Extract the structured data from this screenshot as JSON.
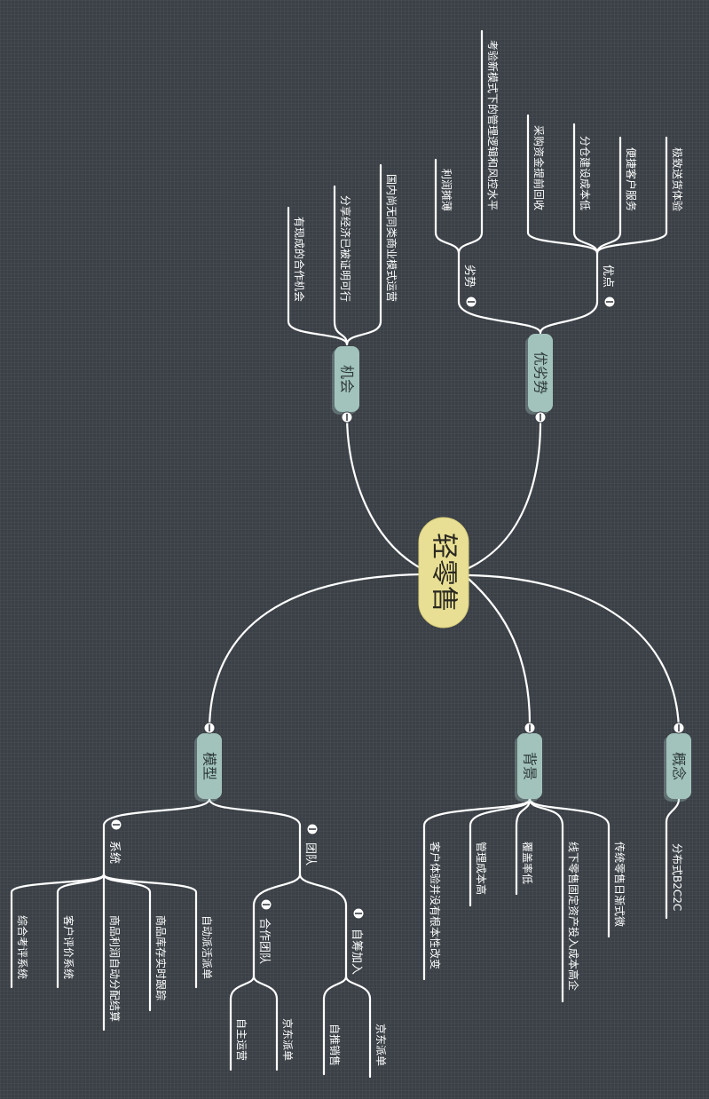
{
  "colors": {
    "background": "#3a4046",
    "root_fill": "#e9df94",
    "node_fill": "#a2c3bc",
    "connector": "#ffffff"
  },
  "root": {
    "label": "轻零售"
  },
  "topics": {
    "gainian": {
      "label": "概念",
      "children": [
        "分布式B2C2C"
      ]
    },
    "beijing": {
      "label": "背景",
      "children": [
        "传统零售日渐式微",
        "线下零售固定资产投入成本高企",
        "覆盖率低",
        "管理成本高",
        "客户体验并没有根本性改变"
      ]
    },
    "moxing": {
      "label": "模型",
      "tuandui": {
        "label": "团队",
        "zichou": {
          "label": "自筹加入",
          "children": [
            "京东派单",
            "自推销售"
          ]
        },
        "hezuo": {
          "label": "合作团队",
          "children": [
            "京东派单",
            "自主运营"
          ]
        }
      },
      "xitong": {
        "label": "系统",
        "children": [
          "自动派活派单",
          "商品库存实时跟踪",
          "商品利润自动分配结算",
          "客户评价系统",
          "综合考评系统"
        ]
      }
    },
    "jihui": {
      "label": "机会",
      "children": [
        "国内尚无同类商业模式运营",
        "分享经济已被证明可行",
        "有现成的合作机会"
      ]
    },
    "youlieshi": {
      "label": "优劣势",
      "youdian": {
        "label": "优点",
        "children": [
          "极致送货体验",
          "便捷客户服务",
          "分仓建设成本低",
          "采购资金提前回收"
        ]
      },
      "lieshi": {
        "label": "劣势",
        "children": [
          "考验新模式下的管理逻辑和风控水平",
          "利润摊薄"
        ]
      }
    }
  }
}
